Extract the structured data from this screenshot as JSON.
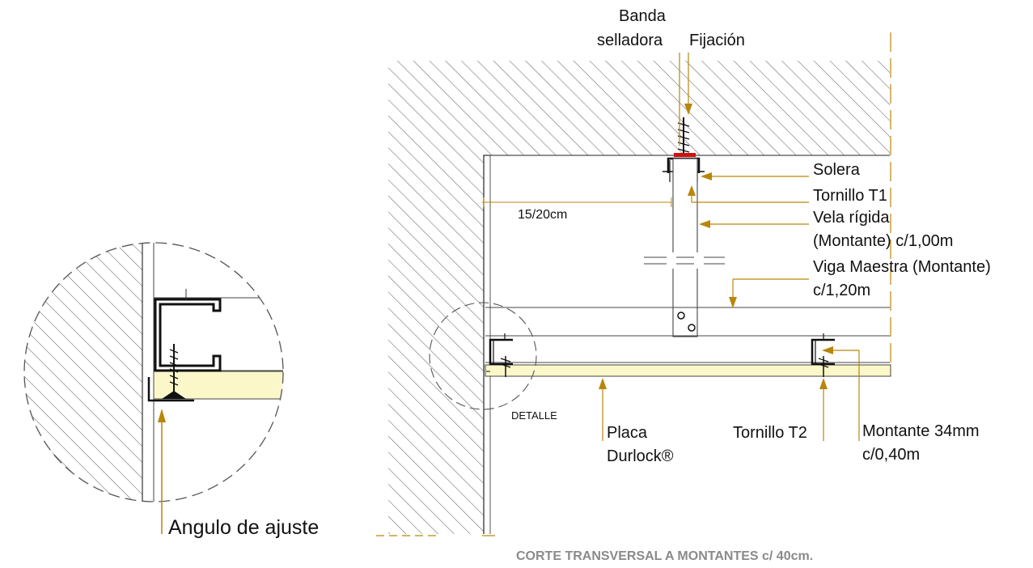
{
  "labels": {
    "banda_line1": "Banda",
    "banda_line2": "selladora",
    "fijacion": "Fijación",
    "solera": "Solera",
    "tornillo_t1": "Tornillo T1",
    "vela_line1": "Vela rígida",
    "vela_line2": "(Montante) c/1,00m",
    "viga_line1": "Viga Maestra (Montante)",
    "viga_line2": "c/1,20m",
    "dimension": "15/20cm",
    "detalle": "DETALLE",
    "placa_line1": "Placa",
    "placa_line2": "Durlock®",
    "tornillo_t2": "Tornillo T2",
    "montante_line1": "Montante 34mm",
    "montante_line2": "c/0,40m",
    "angulo": "Angulo de ajuste",
    "caption": "CORTE TRANSVERSAL A MONTANTES c/ 40cm."
  },
  "colors": {
    "leader": "#b8860b",
    "board": "#fbf7c9",
    "line": "#333333",
    "hatch": "#555555",
    "sealant": "#d01010"
  }
}
